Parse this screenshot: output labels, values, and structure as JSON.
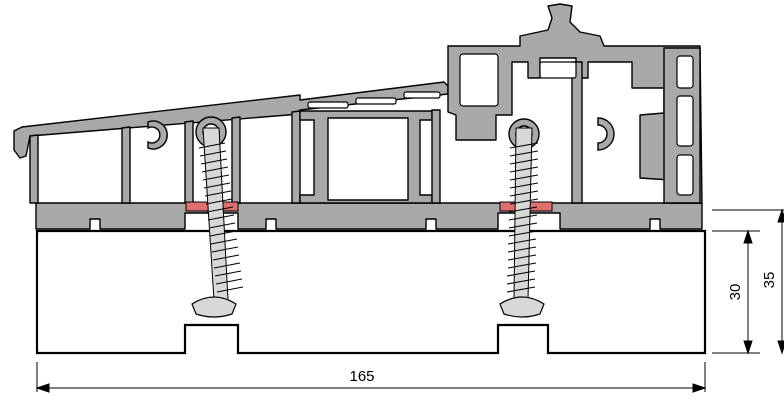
{
  "dimensions": {
    "width_label": "165",
    "height_inner_label": "30",
    "height_outer_label": "35"
  },
  "colors": {
    "profile_fill": "#a9a9a9",
    "profile_stroke": "#000000",
    "base_fill": "#ffffff",
    "seal_fill": "#e07070",
    "screw_fill": "#d8d8d8"
  }
}
